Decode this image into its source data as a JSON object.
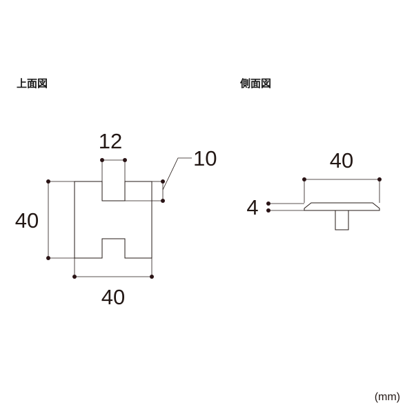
{
  "top_view": {
    "title": "上面図",
    "dim_top_gap": "12",
    "dim_notch_depth": "10",
    "dim_height": "40",
    "dim_width": "40"
  },
  "side_view": {
    "title": "側面図",
    "dim_width": "40",
    "dim_thickness": "4"
  },
  "unit_label": "(mm)"
}
